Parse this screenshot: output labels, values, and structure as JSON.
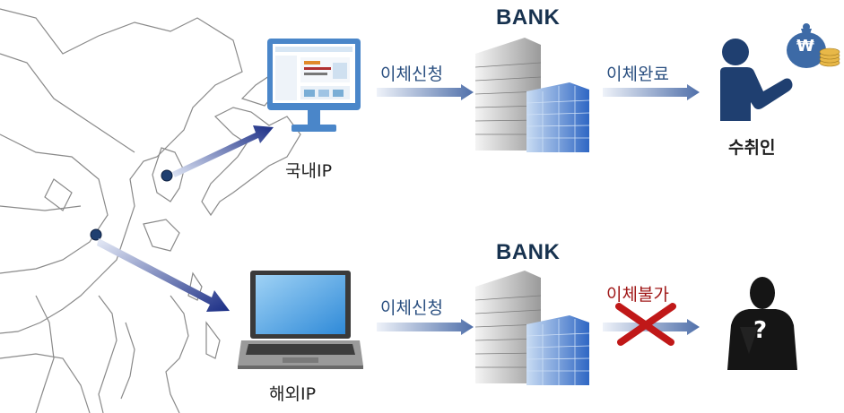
{
  "bank_label": "BANK",
  "top_row": {
    "source_label": "국내IP",
    "request_label": "이체신청",
    "result_label": "이체완료",
    "recipient_label": "수취인",
    "currency_symbol": "₩"
  },
  "bottom_row": {
    "source_label": "해외IP",
    "request_label": "이체신청",
    "result_label": "이체불가",
    "unknown_symbol": "?"
  },
  "colors": {
    "arrow_blue": "#4a6fb0",
    "deny_red": "#c01818",
    "person_navy": "#1f3f70",
    "monitor_blue": "#4a86c9"
  }
}
